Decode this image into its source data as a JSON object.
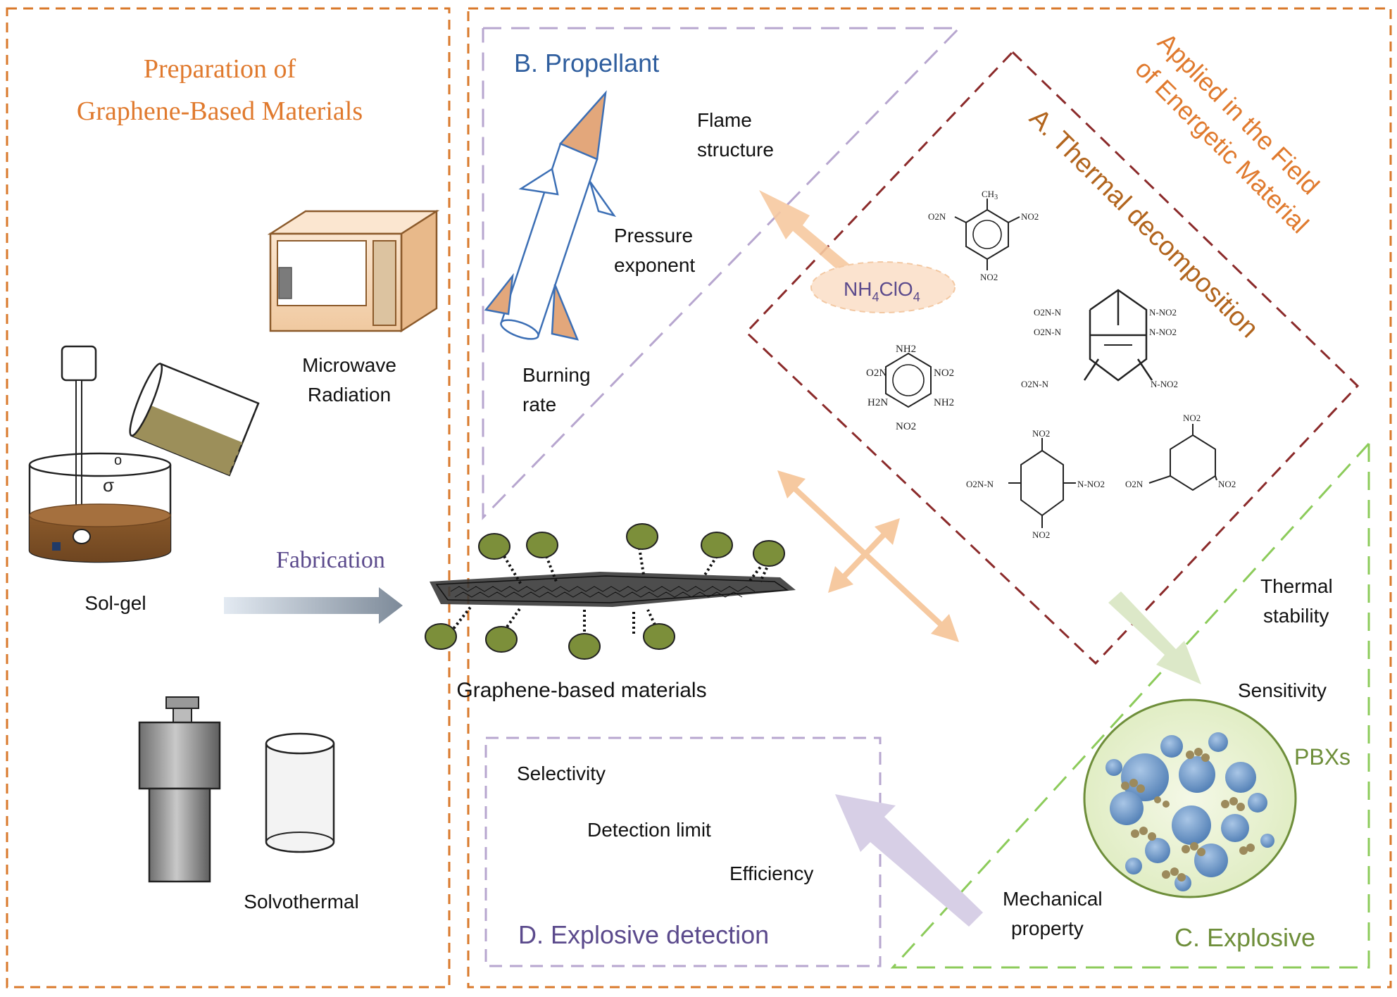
{
  "colors": {
    "orange_border": "#D9792B",
    "orange_text": "#E07A2E",
    "purple_dash": "#B7A6CF",
    "dark_red_dash": "#8B2A2A",
    "green_dash": "#8CCB5A",
    "blue_title": "#2F5E9E",
    "purple_title": "#5B4A8C",
    "green_title": "#6E8E3A",
    "thermal_title": "#B2651E",
    "peach_arrow": "#F6C9A0",
    "lavender_arrow": "#D7CFE6",
    "pale_green_arrow": "#DCE8C8"
  },
  "left_panel": {
    "title_line1": "Preparation of",
    "title_line2": "Graphene-Based Materials",
    "microwave_label_line1": "Microwave",
    "microwave_label_line2": "Radiation",
    "solgel_label": "Sol-gel",
    "solvothermal_label": "Solvothermal"
  },
  "center": {
    "fabrication_label": "Fabrication",
    "graphene_label": "Graphene-based materials"
  },
  "right_panel": {
    "title_line1": "Applied in the Field",
    "title_line2": "of Energetic Material"
  },
  "propellant": {
    "title": "B.  Propellant",
    "flame_line1": "Flame",
    "flame_line2": "structure",
    "pressure_line1": "Pressure",
    "pressure_line2": "exponent",
    "burning_line1": "Burning",
    "burning_line2": "rate"
  },
  "thermal": {
    "title": "A. Thermal decomposition",
    "ap_main": "NH",
    "ap_sub1": "4",
    "ap_mid": "ClO",
    "ap_sub2": "4"
  },
  "explosive": {
    "title": "C.  Explosive",
    "pbx_label": "PBXs",
    "thermal_line1": "Thermal",
    "thermal_line2": "stability",
    "sensitivity": "Sensitivity",
    "mechanical_line1": "Mechanical",
    "mechanical_line2": "property"
  },
  "detection": {
    "title": "D. Explosive detection",
    "selectivity": "Selectivity",
    "detection_limit": "Detection limit",
    "efficiency": "Efficiency"
  },
  "chem": {
    "no2": "NO",
    "o2n": "O",
    "no2_tail": "2",
    "ch3": "CH",
    "ch3_sub": "3",
    "nh2": "NH2",
    "h2n": "H2N",
    "n": "N",
    "o2n_n": "O2N-N",
    "n_no2": "N-NO2",
    "tnt_no2": "NO2",
    "tnt_o2n": "O2N"
  }
}
